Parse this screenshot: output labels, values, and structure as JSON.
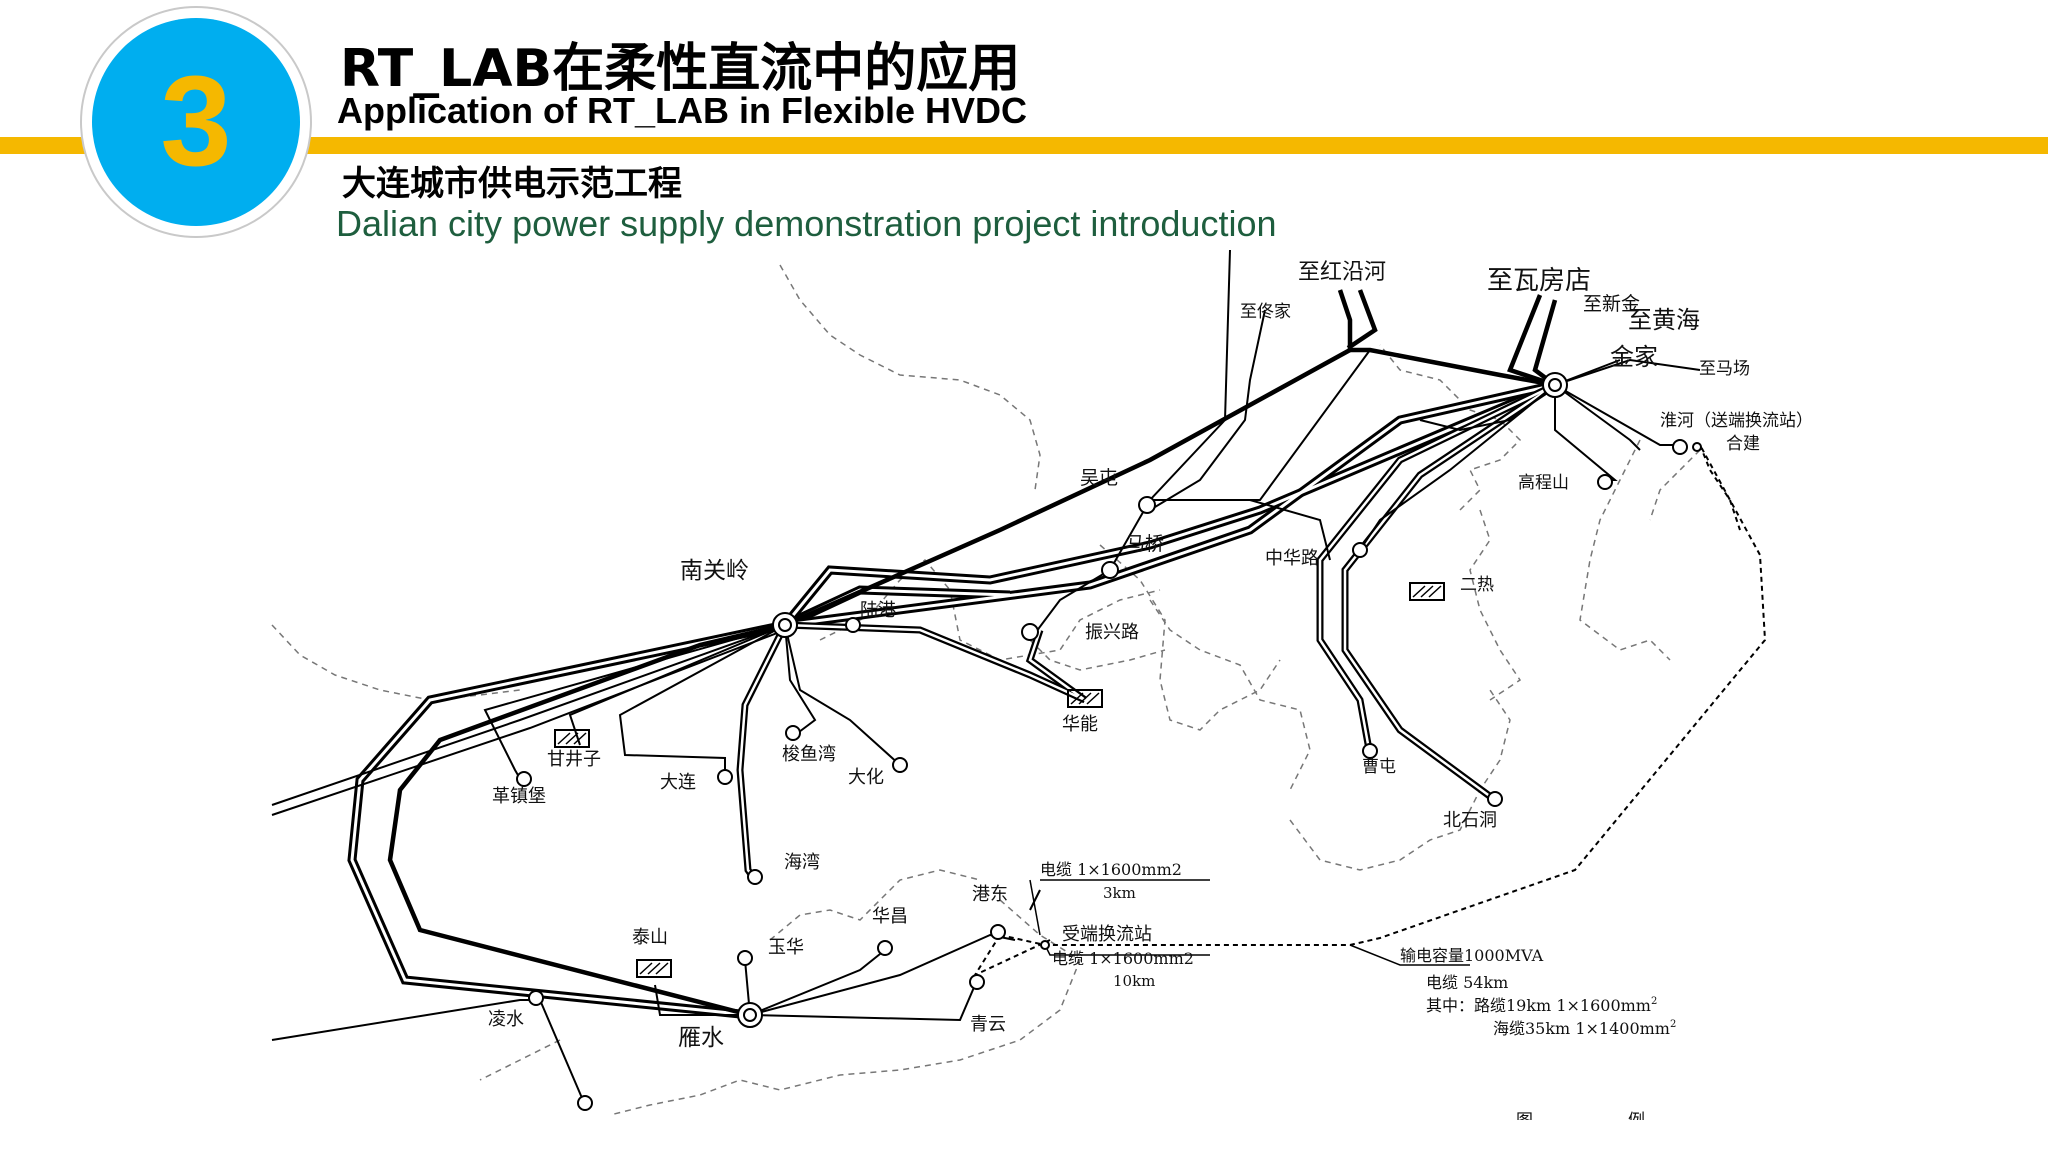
{
  "header": {
    "section_number": "3",
    "title_cn": "RT_LAB在柔性直流中的应用",
    "title_en": "Application of RT_LAB in Flexible HVDC",
    "subtitle_cn": "大连城市供电示范工程",
    "subtitle_en": "Dalian city power supply demonstration project introduction"
  },
  "colors": {
    "gold": "#F5B800",
    "blue": "#00AEEF",
    "subtitle_green": "#1E5E3E"
  },
  "diagram": {
    "labels": {
      "hongyanhe": "至红沿河",
      "wafangdian": "至瓦房店",
      "xinjin": "至新金",
      "huanghai": "至黄海",
      "jinjia": "金家",
      "machang": "至马场",
      "tongjia": "至佟家",
      "huaihe_a": "淮河（送端换流站）",
      "huaihe_b": "合建",
      "gaochengshan": "高程山",
      "wutun": "吴屯",
      "maqiao": "马桥",
      "zhonghualu": "中华路",
      "ere": "二热",
      "nanguanling": "南关岭",
      "lugang": "陆港",
      "zhenxinglu": "振兴路",
      "huaneng": "华能",
      "ganjingzi": "甘井子",
      "gezhenpu": "革镇堡",
      "dalian": "大连",
      "suoyuwan": "梭鱼湾",
      "dahua": "大化",
      "haiwan": "海湾",
      "caotun": "曹屯",
      "beishidong": "北石洞",
      "taishan": "泰山",
      "yuhua": "玉华",
      "huachang": "华昌",
      "gangdong": "港东",
      "lingshui": "凌水",
      "yanshui": "雁水",
      "qingyun": "青云",
      "receiving_station": "受端换流站",
      "cable_a_1": "电缆  1×1600mm2",
      "cable_a_2": "3km",
      "cable_b_1": "电缆  1×1600mm2",
      "cable_b_2": "10km",
      "capacity": "输电容量1000MVA",
      "cable_total": "电缆    54km",
      "route": "其中：路缆19km  1×1600mm",
      "route_sup": "2",
      "sea": "海缆35km  1×1400mm",
      "sea_sup": "2",
      "legend_a": "图",
      "legend_b": "例"
    }
  }
}
